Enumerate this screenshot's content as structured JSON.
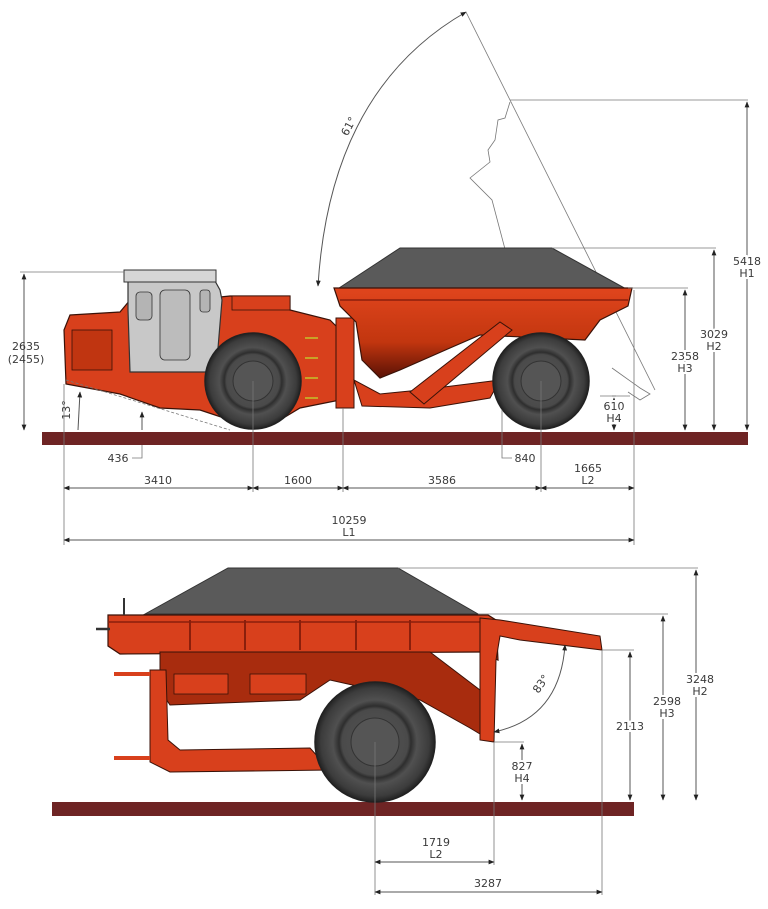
{
  "colors": {
    "body_red": "#d8401c",
    "body_dark": "#8a1f0c",
    "outline": "#3a1208",
    "load_gray": "#5a5a5a",
    "cab_gray": "#c8c8c8",
    "tire": "#444444",
    "ground": "#6e2424",
    "dim_line": "#555555",
    "dim_text": "#3a3a3a"
  },
  "truck": {
    "heights": {
      "cab_height": "2635",
      "cab_height_alt": "(2455)",
      "h1_value": "5418",
      "h1_label": "H1",
      "h2_value": "3029",
      "h2_label": "H2",
      "h3_value": "2358",
      "h3_label": "H3",
      "h4_value": "610",
      "h4_label": "H4"
    },
    "clearances": {
      "front_clearance": "436",
      "rear_clearance": "840"
    },
    "angles": {
      "dump_angle": "61°",
      "approach_angle": "13°"
    },
    "lengths": {
      "front_to_axle": "3410",
      "axle_to_hinge": "1600",
      "hinge_to_rear_axle": "3586",
      "l2_value": "1665",
      "l2_label": "L2",
      "l1_value": "10259",
      "l1_label": "L1"
    }
  },
  "trailer": {
    "heights": {
      "h2_value": "3248",
      "h2_label": "H2",
      "h3_value": "2598",
      "h3_label": "H3",
      "gate_height": "2113",
      "h4_value": "827",
      "h4_label": "H4"
    },
    "angles": {
      "gate_angle": "83°"
    },
    "lengths": {
      "l2_value": "1719",
      "l2_label": "L2",
      "overall": "3287"
    }
  }
}
